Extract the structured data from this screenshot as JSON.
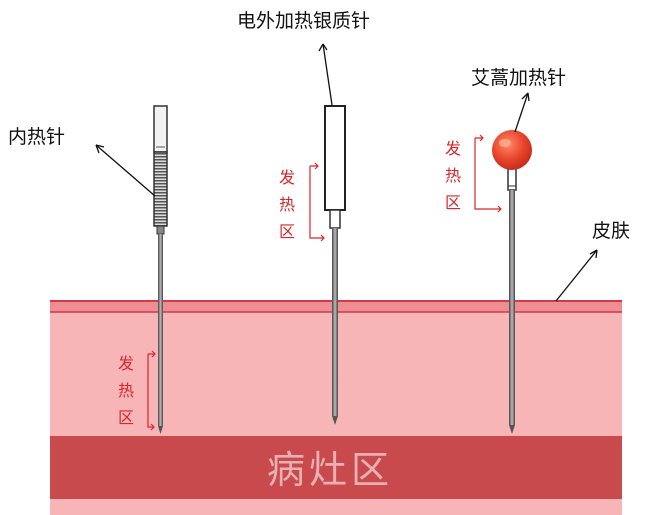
{
  "labels": {
    "internal_needle": "内热针",
    "electric_silver_needle": "电外加热银质针",
    "moxa_needle": "艾蒿加热针",
    "skin": "皮肤",
    "lesion_zone": "病灶区"
  },
  "heating_zone": [
    "发",
    "热",
    "区"
  ],
  "colors": {
    "skin_line": "#cc3b48",
    "tissue": "#f8b5b7",
    "lesion_band": "#c94a4d",
    "heat_text": "#d9262a",
    "moxa_ball": "#e8452c",
    "needle": "#4a4a4a"
  }
}
